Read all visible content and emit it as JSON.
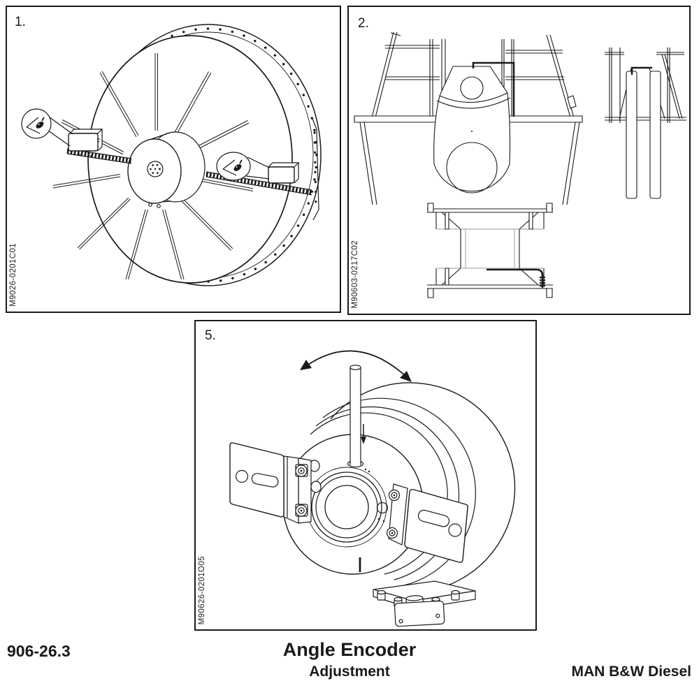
{
  "document": {
    "panels": {
      "panel1": {
        "number": "1.",
        "figure_code": "M9026-0201C01"
      },
      "panel2": {
        "number": "2.",
        "figure_code": "M90603-0217C02"
      },
      "panel5": {
        "number": "5.",
        "figure_code": "M90626-0201O05"
      }
    },
    "footer": {
      "doc_number": "906-26.3",
      "title": "Angle Encoder",
      "subtitle": "Adjustment",
      "brand": "MAN B&W Diesel"
    },
    "colors": {
      "ink": "#1a1a1a",
      "paper": "#ffffff"
    }
  }
}
